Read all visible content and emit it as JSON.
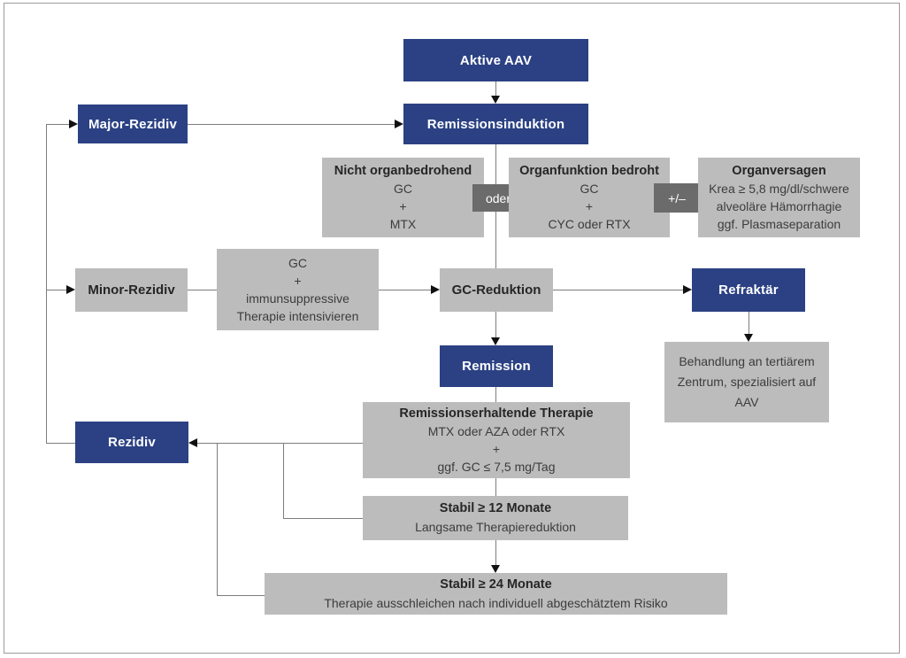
{
  "palette": {
    "navy": "#2b4183",
    "box_gray": "#bcbcbc",
    "connector_dark_gray": "#6b6b6b",
    "line_gray": "#7d7d7d",
    "arrow_black": "#111111"
  },
  "nodes": {
    "aktive_aav": {
      "label": "Aktive AAV"
    },
    "remissionsinduktion": {
      "label": "Remissionsinduktion"
    },
    "major_rezidiv": {
      "label": "Major-Rezidiv"
    },
    "minor_rezidiv": {
      "label": "Minor-Rezidiv"
    },
    "nicht_organbedrohend": {
      "title": "Nicht organbedrohend",
      "l1": "GC",
      "l2": "+",
      "l3": "MTX"
    },
    "oder": {
      "label": "oder"
    },
    "organfunktion_bedroht": {
      "title": "Organfunktion bedroht",
      "l1": "GC",
      "l2": "+",
      "l3": "CYC oder RTX"
    },
    "plusminus": {
      "label": "+/–"
    },
    "organversagen": {
      "title": "Organversagen",
      "l1": "Krea ≥ 5,8 mg/dl/schwere",
      "l2": "alveoläre Hämorrhagie",
      "l3": "ggf. Plasmaseparation"
    },
    "gc_intensivieren": {
      "l1": "GC",
      "l2": "+",
      "l3": "immunsuppressive",
      "l4": "Therapie intensivieren"
    },
    "gc_reduktion": {
      "label": "GC-Reduktion"
    },
    "refraktaer": {
      "label": "Refraktär"
    },
    "tertiaeres_zentrum": {
      "l1": "Behandlung an tertiärem",
      "l2": "Zentrum, spezialisiert auf AAV"
    },
    "remission": {
      "label": "Remission"
    },
    "erhaltende_therapie": {
      "title": "Remissionserhaltende Therapie",
      "l1": "MTX oder AZA oder RTX",
      "l2": "+",
      "l3": "ggf. GC ≤ 7,5 mg/Tag"
    },
    "rezidiv": {
      "label": "Rezidiv"
    },
    "stabil_12": {
      "title": "Stabil ≥ 12 Monate",
      "l1": "Langsame Therapiereduktion"
    },
    "stabil_24": {
      "title": "Stabil ≥ 24 Monate",
      "l1": "Therapie ausschleichen nach individuell abgeschätztem Risiko"
    }
  }
}
